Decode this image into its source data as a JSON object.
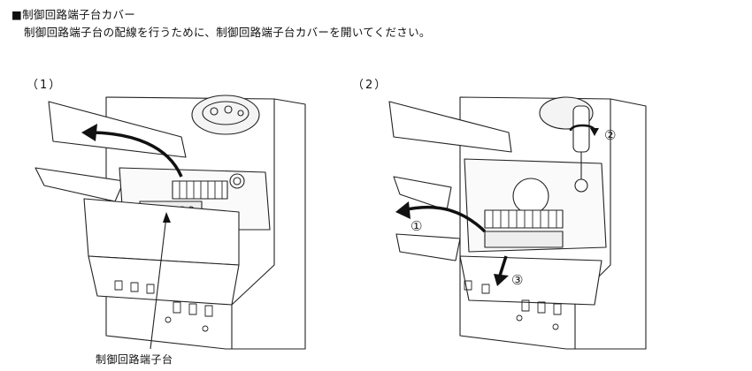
{
  "heading": "■制御回路端子台カバー",
  "description": "制御回路端子台の配線を行うために、制御回路端子台カバーを開いてください。",
  "figures": [
    {
      "label": "（1）"
    },
    {
      "label": "（2）",
      "step_markers": [
        "①",
        "②",
        "③"
      ]
    }
  ],
  "callout": "制御回路端子台"
}
